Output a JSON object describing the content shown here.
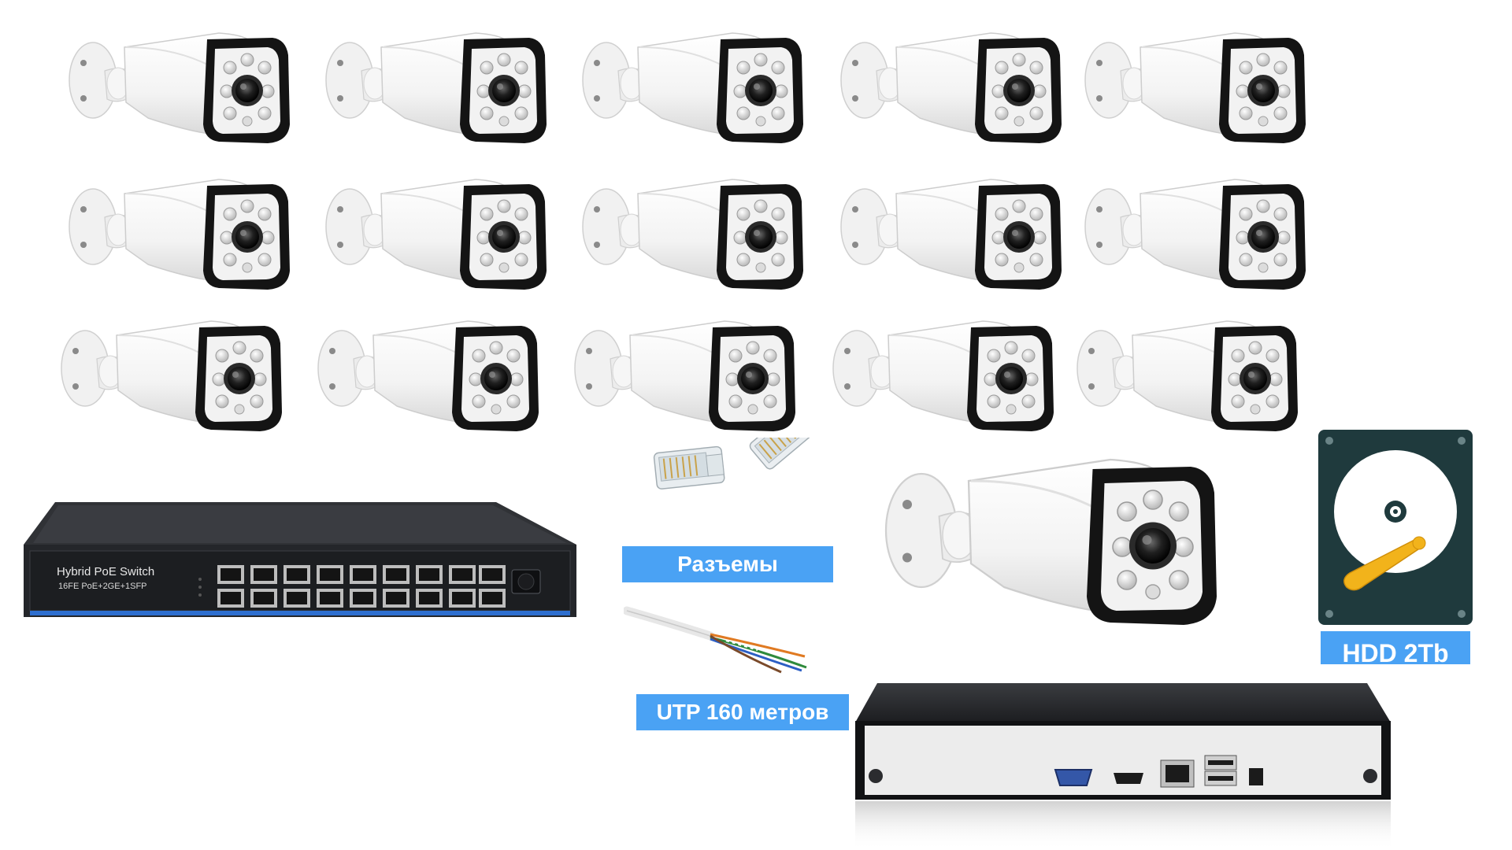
{
  "labels": {
    "connectors": "Разъемы",
    "utp_cable": "UTP 160 метров",
    "hdd": "HDD 2Tb"
  },
  "switch": {
    "brand_text": "Hybrid PoE Switch",
    "spec_text": "16FE PoE+2GE+1SFP"
  },
  "colors": {
    "banner_blue": "#4aa2f4",
    "camera_white": "#f7f7f7",
    "camera_black": "#141414",
    "switch_body": "#2a2c30",
    "port_stripe": "#2e6fcf",
    "hdd_teal": "#1f3a3d",
    "hdd_arm": "#f2b31b"
  },
  "icons": {
    "camera": "bullet-camera-icon",
    "switch": "poe-switch-icon",
    "connector": "rj45-connector-icon",
    "cable": "utp-cable-icon",
    "hdd": "hard-drive-icon",
    "nvr": "nvr-recorder-icon"
  },
  "camera_count": 16
}
